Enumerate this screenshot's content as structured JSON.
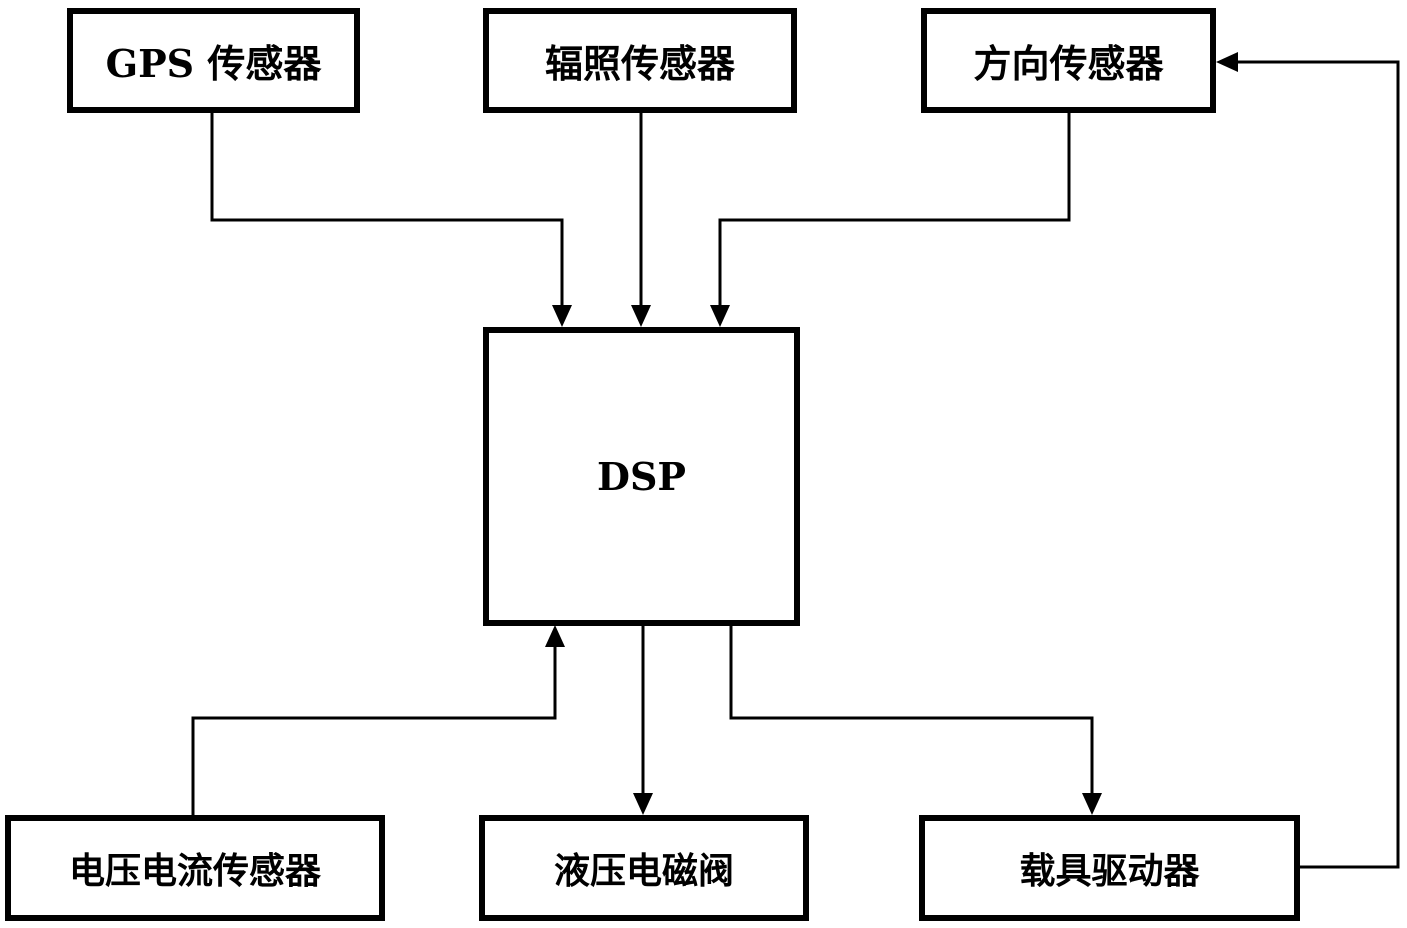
{
  "nodes": {
    "gps_sensor": "GPS 传感器",
    "irradiance_sensor": "辐照传感器",
    "direction_sensor": "方向传感器",
    "dsp": "DSP",
    "voltage_current_sensor": "电压电流传感器",
    "hydraulic_solenoid_valve": "液压电磁阀",
    "carrier_driver": "载具驱动器"
  },
  "edges": [
    {
      "from": "gps_sensor",
      "to": "dsp"
    },
    {
      "from": "irradiance_sensor",
      "to": "dsp"
    },
    {
      "from": "direction_sensor",
      "to": "dsp"
    },
    {
      "from": "voltage_current_sensor",
      "to": "dsp"
    },
    {
      "from": "dsp",
      "to": "hydraulic_solenoid_valve"
    },
    {
      "from": "dsp",
      "to": "carrier_driver"
    },
    {
      "from": "carrier_driver",
      "to": "direction_sensor"
    }
  ],
  "colors": {
    "stroke": "#000000",
    "background": "#ffffff"
  }
}
